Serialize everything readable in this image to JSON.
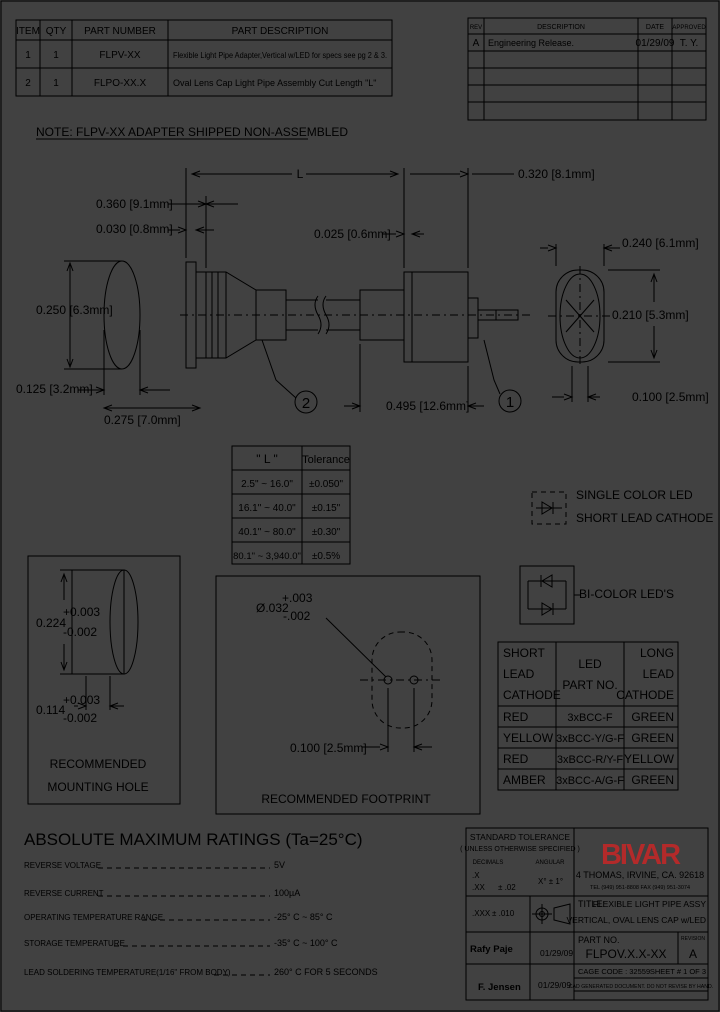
{
  "bom": {
    "headers": [
      "ITEM",
      "QTY",
      "PART NUMBER",
      "PART DESCRIPTION"
    ],
    "rows": [
      [
        "1",
        "1",
        "FLPV-XX",
        "Flexible Light Pipe Adapter,Vertical w/LED for specs see pg 2 & 3."
      ],
      [
        "2",
        "1",
        "FLPO-XX.X",
        "Oval Lens Cap Light Pipe Assembly Cut Length \"L\""
      ]
    ]
  },
  "revisions": {
    "headers": [
      "REV",
      "DESCRIPTION",
      "DATE",
      "APPROVED"
    ],
    "rows": [
      [
        "A",
        "Engineering Release.",
        "01/29/09",
        "T. Y."
      ]
    ]
  },
  "note": "NOTE: FLPV-XX ADAPTER SHIPPED NON-ASSEMBLED",
  "dims": {
    "L": "L",
    "d0360": "0.360 [9.1mm]",
    "d0030": "0.030 [0.8mm]",
    "d0250": "0.250 [6.3mm]",
    "d0125": "0.125 [3.2mm]",
    "d0275": "0.275 [7.0mm]",
    "d0025": "0.025 [0.6mm]",
    "d0320": "0.320 [8.1mm]",
    "d0240": "0.240 [6.1mm]",
    "d0210": "0.210 [5.3mm]",
    "d0495": "0.495 [12.6mm]",
    "d0100": "0.100 [2.5mm]",
    "balloon1": "1",
    "balloon2": "2"
  },
  "tolerance_table": {
    "headers": [
      "\" L \"",
      "Tolerance"
    ],
    "rows": [
      [
        "2.5\" ~ 16.0\"",
        "±0.050\""
      ],
      [
        "16.1\" ~ 40.0\"",
        "±0.15\""
      ],
      [
        "40.1\" ~ 80.0\"",
        "±0.30\""
      ],
      [
        "80.1\" ~ 3,940.0\"",
        "±0.5%"
      ]
    ]
  },
  "legend": {
    "single": [
      "SINGLE COLOR LED",
      "SHORT LEAD CATHODE"
    ],
    "bicolor": "BI-COLOR LED'S"
  },
  "led_table": {
    "headers": [
      [
        "SHORT",
        "LEAD",
        "CATHODE"
      ],
      [
        "LED",
        "PART NO."
      ],
      [
        "LONG",
        "LEAD",
        "CATHODE"
      ]
    ],
    "rows": [
      [
        "RED",
        "3xBCC-F",
        "GREEN"
      ],
      [
        "YELLOW",
        "3xBCC-Y/G-F",
        "GREEN"
      ],
      [
        "RED",
        "3xBCC-R/Y-F",
        "YELLOW"
      ],
      [
        "AMBER",
        "3xBCC-A/G-F",
        "GREEN"
      ]
    ]
  },
  "mounting": {
    "d0224": "0.224",
    "d0224_tol_plus": "+0.003",
    "d0224_tol_minus": "-0.002",
    "d0114": "0.114",
    "d0114_tol_plus": "+0.003",
    "d0114_tol_minus": "-0.002",
    "label": [
      "RECOMMENDED",
      "MOUNTING HOLE"
    ]
  },
  "footprint": {
    "dia": "Ø.032",
    "dia_plus": "+.003",
    "dia_minus": "-.002",
    "pitch": "0.100 [2.5mm]",
    "label": "RECOMMENDED FOOTPRINT"
  },
  "ratings": {
    "title": "ABSOLUTE MAXIMUM RATINGS (Ta=25°C)",
    "rows": [
      [
        "REVERSE VOLTAGE",
        "5V"
      ],
      [
        "REVERSE CURRENT",
        "100µA"
      ],
      [
        "OPERATING TEMPERATURE RANGE",
        "-25° C ~ 85° C"
      ],
      [
        "STORAGE TEMPERATURE",
        "-35° C ~ 100° C"
      ],
      [
        "LEAD SOLDERING TEMPERATURE(1/16\" FROM BODY)",
        "260° C FOR 5 SECONDS"
      ]
    ]
  },
  "title_block": {
    "std_tol": "STANDARD TOLERANCE",
    "unless": "( UNLESS OTHERWISE SPECIFIED )",
    "decimals": "DECIMALS",
    "angular": "ANGULAR",
    "x": ".X",
    "xx": ".XX",
    "xx_tol": "± .02",
    "xxx": ".XXX",
    "xxx_tol": "± .010",
    "ang_tol": "X° ± 1°",
    "company": "BIVAR",
    "address": "4 THOMAS, IRVINE, CA. 92618",
    "phone": "TEL (949) 951-8808     FAX (949) 951-3074",
    "title_label": "TITLE:",
    "title1": "FLEXIBLE LIGHT PIPE ASSY",
    "title2": "VERTICAL, OVAL LENS CAP w/LED",
    "drawn_by": "Rafy Paje",
    "drawn_date": "01/29/09",
    "checked_by": "F. Jensen",
    "checked_date": "01/29/09",
    "part_no_label": "PART NO.",
    "part_no": "FLPOV.X.X-XX",
    "rev_label": "REVISION",
    "rev": "A",
    "cage": "CAGE CODE : 32559",
    "sheet": "SHEET # 1 OF 3",
    "footer": "CAD GENERATED DOCUMENT. DO NOT REVISE BY HAND."
  }
}
